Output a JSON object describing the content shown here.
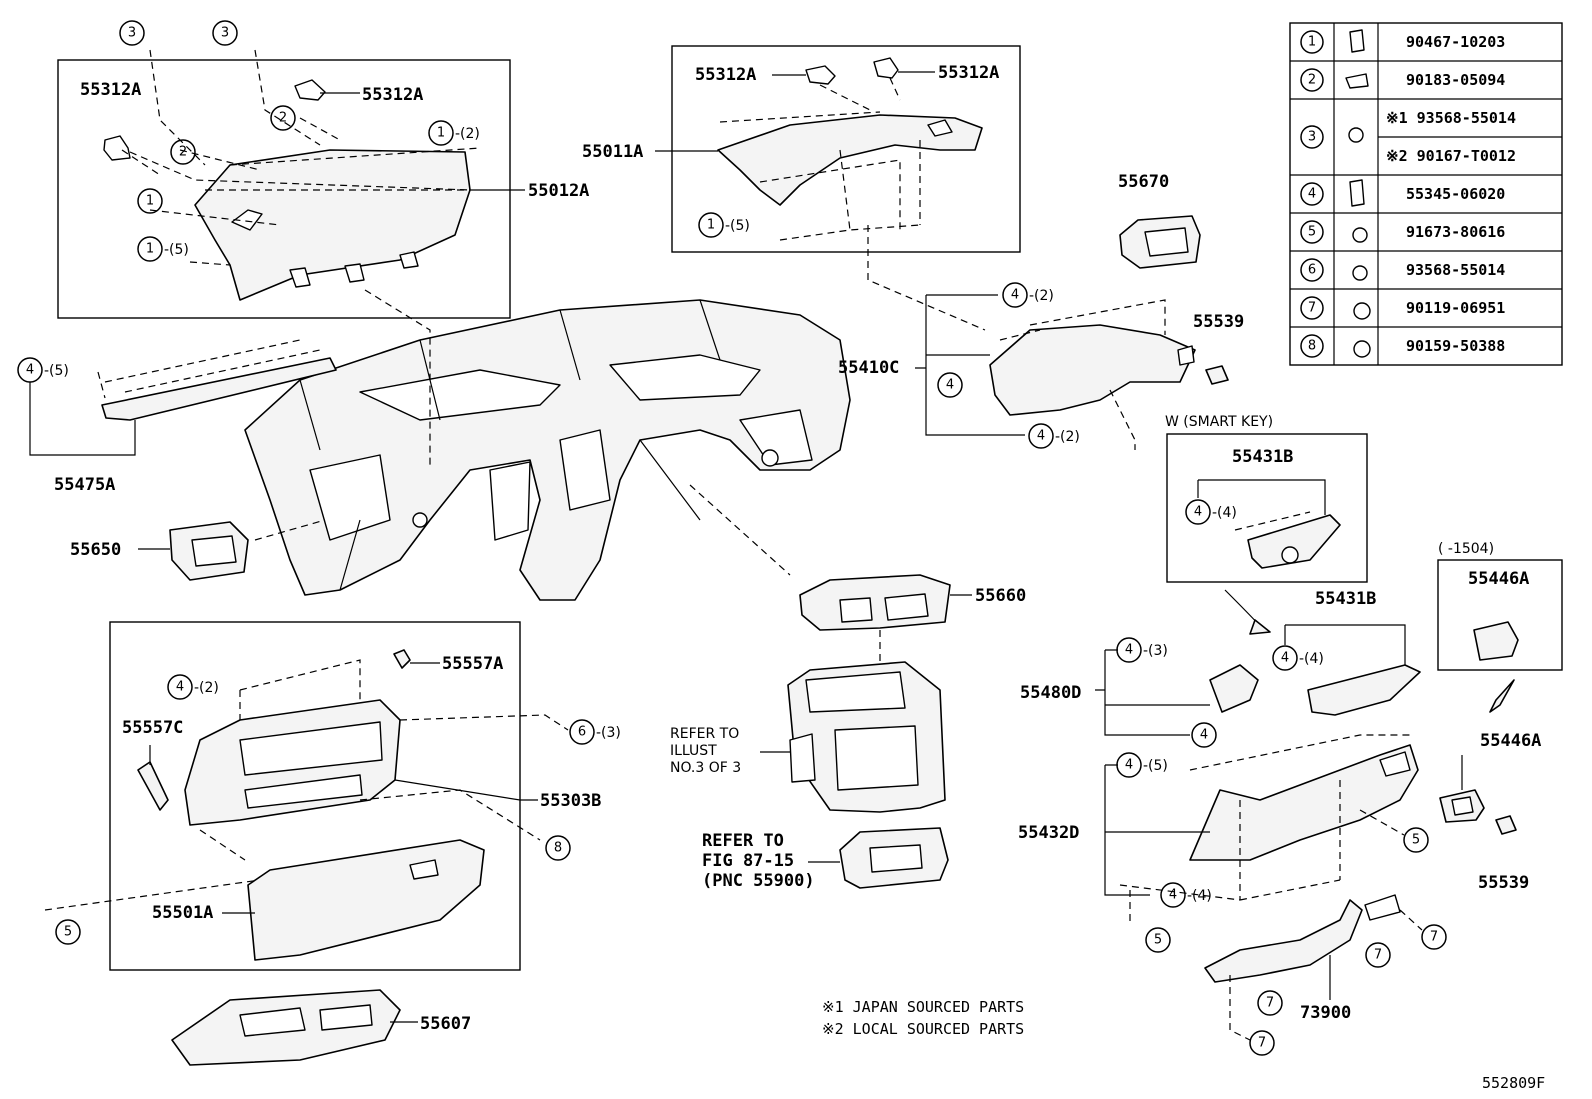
{
  "diagram": {
    "figure_id": "552809F",
    "part_labels": {
      "p55312A_1": "55312A",
      "p55312A_2": "55312A",
      "p55312A_3": "55312A",
      "p55312A_4": "55312A",
      "p55012A": "55012A",
      "p55011A": "55011A",
      "p55670": "55670",
      "p55539_1": "55539",
      "p55410C": "55410C",
      "p55475A": "55475A",
      "p55650": "55650",
      "p55660": "55660",
      "p55557A": "55557A",
      "p55557C": "55557C",
      "p55303B": "55303B",
      "p55501A": "55501A",
      "p55607": "55607",
      "p55431B_1": "55431B",
      "p55431B_2": "55431B",
      "p55446A_1": "55446A",
      "p55446A_2": "55446A",
      "p55480D": "55480D",
      "p55432D": "55432D",
      "p55539_2": "55539",
      "p73900": "73900"
    },
    "callouts": {
      "c1": "3",
      "c2": "3",
      "c3": "2",
      "c4": "2",
      "c5": "1",
      "c5q": "-(2)",
      "c6": "1",
      "c7": "1",
      "c7q": "-(5)",
      "c8": "1",
      "c8q": "-(5)",
      "c9": "4",
      "c9q": "-(2)",
      "c10": "4",
      "c11": "4",
      "c11q": "-(2)",
      "c12": "4",
      "c12q": "-(5)",
      "c13": "4",
      "c13q": "-(2)",
      "c14": "6",
      "c14q": "-(3)",
      "c15": "8",
      "c16": "5",
      "c17": "4",
      "c17q": "-(4)",
      "c18": "4",
      "c18q": "-(4)",
      "c19": "4",
      "c19q": "-(3)",
      "c20": "4",
      "c21": "4",
      "c21q": "-(5)",
      "c22": "4",
      "c22q": "-(4)",
      "c23": "5",
      "c24": "5",
      "c25": "7",
      "c26": "7",
      "c27": "7",
      "c28": "7"
    },
    "texts": {
      "smart_key": "W (SMART KEY)",
      "range_1504": "(        -1504)",
      "refer_illust_1": "REFER TO",
      "refer_illust_2": "ILLUST",
      "refer_illust_3": "NO.3 OF 3",
      "refer_fig_1": "REFER TO",
      "refer_fig_2": "FIG 87-15",
      "refer_fig_3": "(PNC 55900)",
      "note_1": "※1 JAPAN SOURCED PARTS",
      "note_2": "※2 LOCAL SOURCED PARTS"
    },
    "fastener_table": [
      {
        "index": "1",
        "numbers": [
          "90467-10203"
        ]
      },
      {
        "index": "2",
        "numbers": [
          "90183-05094"
        ]
      },
      {
        "index": "3",
        "numbers": [
          "※1 93568-55014",
          "※2 90167-T0012"
        ]
      },
      {
        "index": "4",
        "numbers": [
          "55345-06020"
        ]
      },
      {
        "index": "5",
        "numbers": [
          "91673-80616"
        ]
      },
      {
        "index": "6",
        "numbers": [
          "93568-55014"
        ]
      },
      {
        "index": "7",
        "numbers": [
          "90119-06951"
        ]
      },
      {
        "index": "8",
        "numbers": [
          "90159-50388"
        ]
      }
    ]
  }
}
